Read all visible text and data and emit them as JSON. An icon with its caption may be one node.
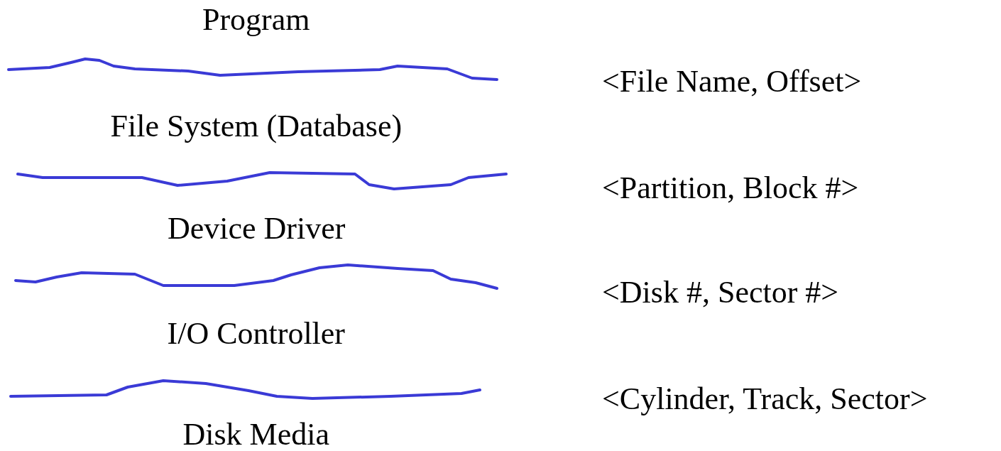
{
  "diagram": {
    "labels": [
      "Program",
      "<File Name, Offset>",
      "File System (Database)",
      "<Partition, Block #>",
      "Device Driver",
      "<Disk #, Sector #>",
      "I/O Controller",
      "<Cylinder, Track, Sector>",
      "Disk Media"
    ]
  }
}
